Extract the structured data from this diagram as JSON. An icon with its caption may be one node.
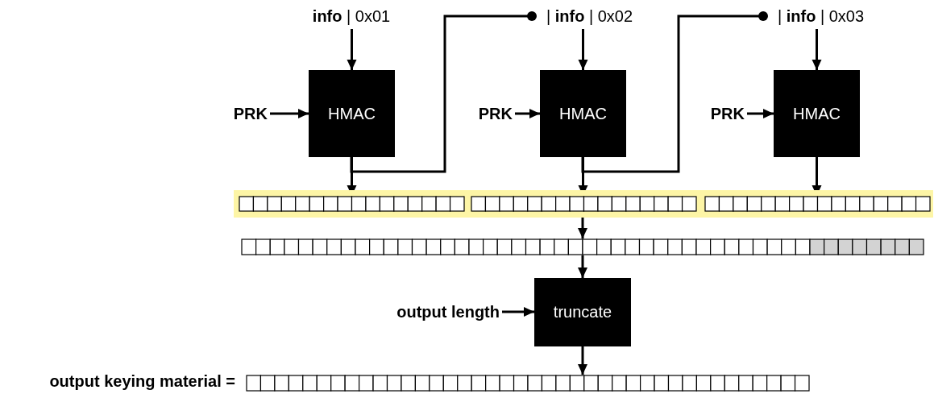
{
  "diagram": {
    "nodes": [
      {
        "text": [
          "**info** | 0x01"
        ]
      },
      {
        "text": [
          "HMAC"
        ]
      },
      {
        "text": [
          "PRK"
        ]
      },
      {
        "text": [
          "| **info** | 0x02"
        ]
      },
      {
        "text": [
          "HMAC"
        ]
      },
      {
        "text": [
          "PRK"
        ]
      },
      {
        "text": [
          "| **info** | 0x03"
        ]
      },
      {
        "text": [
          "HMAC"
        ]
      },
      {
        "text": [
          "PRK"
        ]
      },
      {
        "text": [],
        "shape": "bar"
      },
      {
        "text": [],
        "shape": "bar",
        "in": 9
      },
      {
        "text": [],
        "shape": "bar",
        "in": 9
      },
      {
        "text": [],
        "shape": "bar",
        "in": 9
      },
      {
        "text": [],
        "shape": "bar"
      },
      {
        "text": [
          "truncate"
        ]
      },
      {
        "text": [
          "output length"
        ]
      },
      {
        "text": [],
        "shape": "bar",
        "beside": [
          "output keying material ="
        ]
      }
    ],
    "edges": [
      {
        "from": 0,
        "to": 1,
        "arrow": "to"
      },
      {
        "from": 2,
        "to": 1,
        "arrow": "to"
      },
      {
        "from": 1,
        "to": 10,
        "arrow": "to"
      },
      {
        "from": 1,
        "to": 3,
        "arrow": "other"
      },
      {
        "from": 3,
        "to": 4,
        "arrow": "to"
      },
      {
        "from": 5,
        "to": 4,
        "arrow": "to"
      },
      {
        "from": 4,
        "to": 11,
        "arrow": "to"
      },
      {
        "from": 4,
        "to": 6,
        "arrow": "other"
      },
      {
        "from": 6,
        "to": 7,
        "arrow": "to"
      },
      {
        "from": 8,
        "to": 7,
        "arrow": "to"
      },
      {
        "from": 7,
        "to": 12,
        "arrow": "to"
      },
      {
        "from": 9,
        "to": 13,
        "arrow": "to"
      },
      {
        "from": 13,
        "to": 14,
        "arrow": "to"
      },
      {
        "from": 15,
        "to": 14,
        "arrow": "to"
      },
      {
        "from": 14,
        "to": 16,
        "arrow": "to"
      }
    ]
  }
}
